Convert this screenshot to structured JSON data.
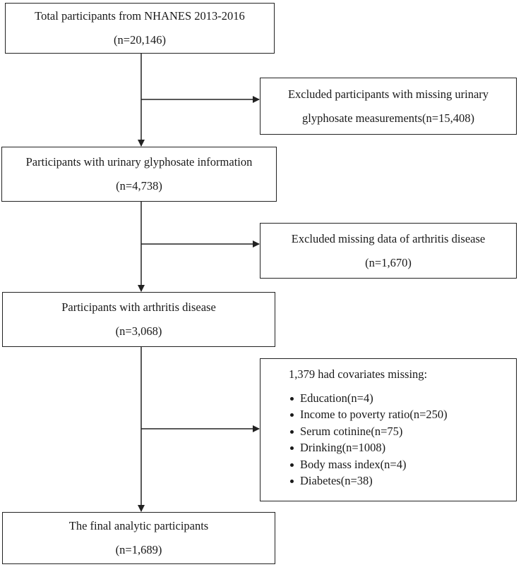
{
  "flow": {
    "box_total": {
      "line1": "Total participants from NHANES 2013-2016",
      "line2": "(n=20,146)"
    },
    "box_excluded_glyphosate": {
      "line1": "Excluded participants with missing urinary",
      "line2": "glyphosate measurements(n=15,408)"
    },
    "box_glyphosate_info": {
      "line1": "Participants with urinary glyphosate information",
      "line2": "(n=4,738)"
    },
    "box_excluded_arthritis": {
      "line1": "Excluded missing data of arthritis disease",
      "line2": "(n=1,670)"
    },
    "box_arthritis": {
      "line1": "Participants with arthritis disease",
      "line2": "(n=3,068)"
    },
    "box_covariates": {
      "heading": "1,379 had covariates missing:",
      "items": [
        "Education(n=4)",
        "Income to poverty ratio(n=250)",
        "Serum cotinine(n=75)",
        "Drinking(n=1008)",
        "Body mass index(n=4)",
        "Diabetes(n=38)"
      ]
    },
    "box_final": {
      "line1": "The final analytic participants",
      "line2": "(n=1,689)"
    }
  }
}
